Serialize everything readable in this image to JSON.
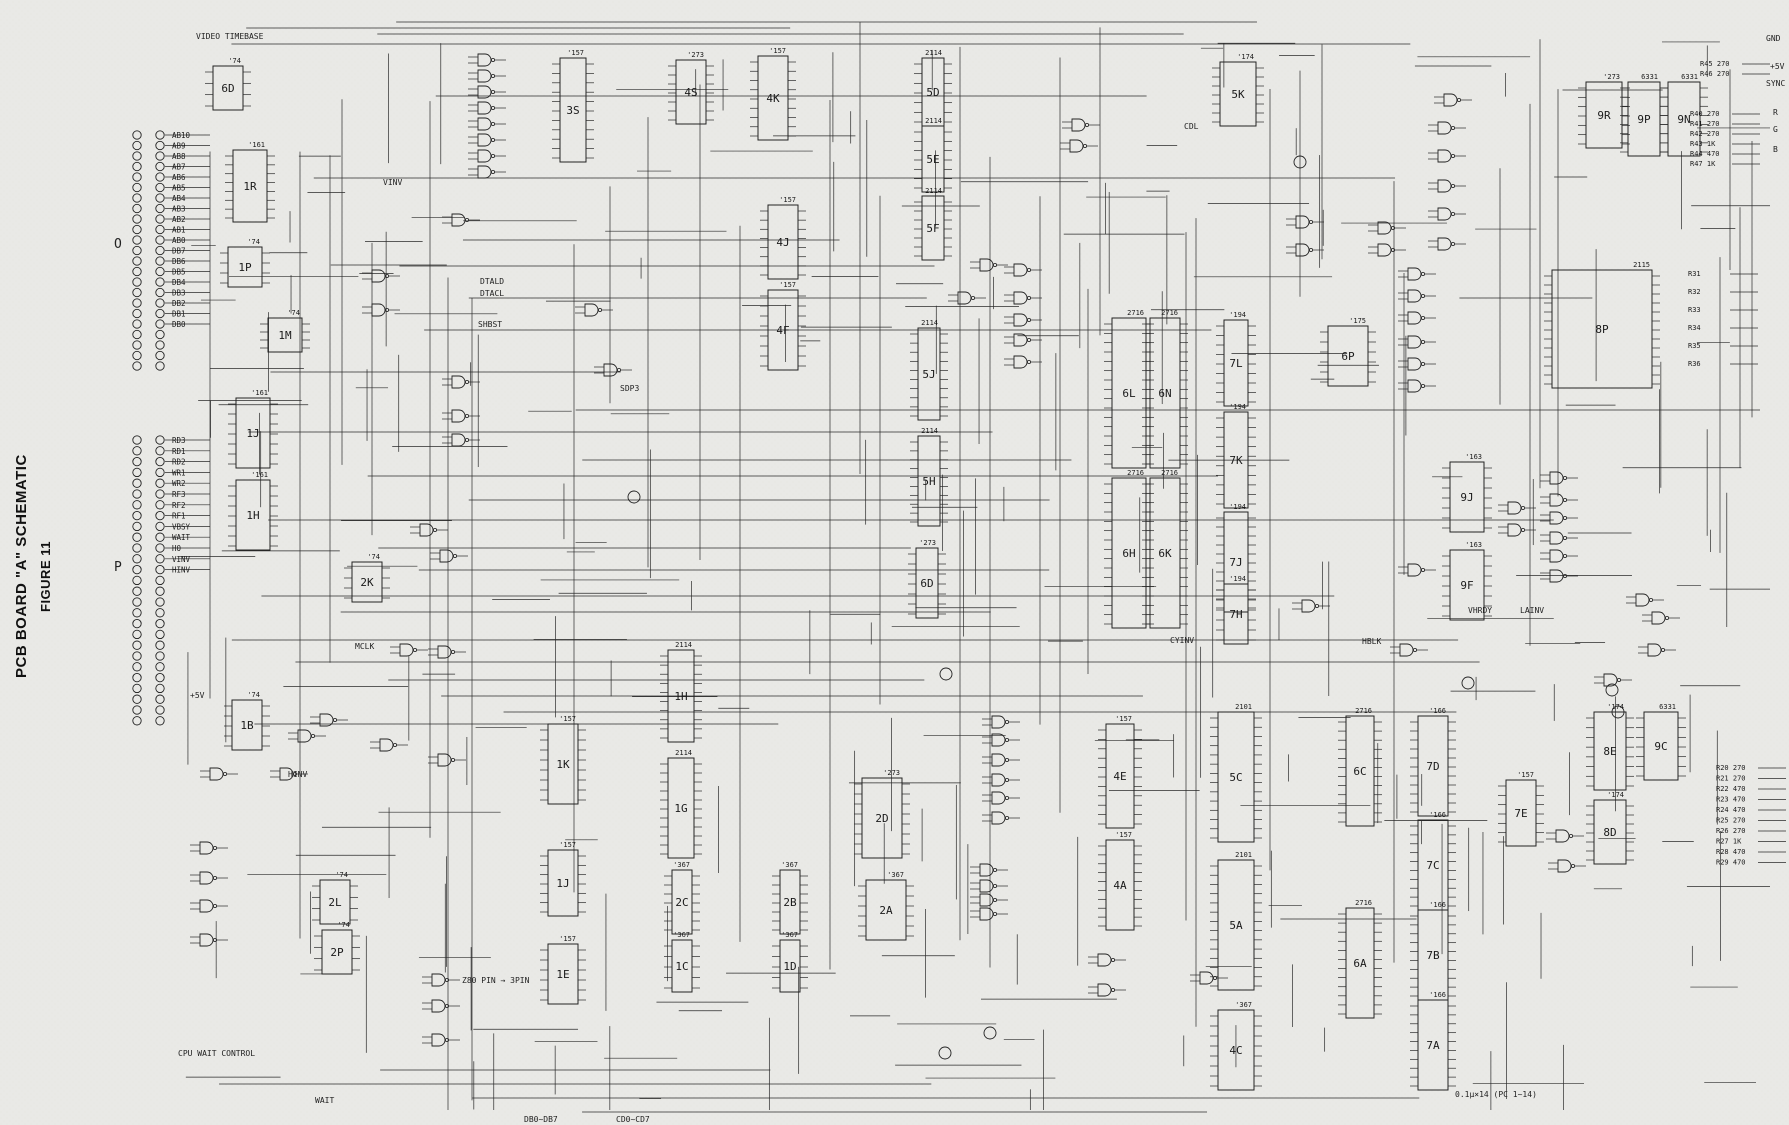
{
  "title": {
    "line1": "PCB BOARD \"A\" SCHEMATIC",
    "line2": "FIGURE 11"
  },
  "notes": {
    "video_timebase": "VIDEO TIMEBASE",
    "cpu_wait_control": "CPU WAIT CONTROL",
    "wait": "WAIT",
    "plus5v": "+5V",
    "cap_note": "0.1μ×14 (PC 1~14)",
    "z80_note": "Z80 PIN → 3PIN",
    "bus_db": "DB0~DB7",
    "bus_cd": "CD0~CD7"
  },
  "connectors": {
    "O": {
      "label": "O",
      "pins": [
        "AB10",
        "AB9",
        "AB8",
        "AB7",
        "AB6",
        "AB5",
        "AB4",
        "AB3",
        "AB2",
        "AB1",
        "AB0",
        "DB7",
        "DB6",
        "DB5",
        "DB4",
        "DB3",
        "DB2",
        "DB1",
        "DB0"
      ]
    },
    "P": {
      "label": "P",
      "pins": [
        "RD3",
        "RD1",
        "RD2",
        "WR1",
        "WR2",
        "RF3",
        "RF2",
        "RF1",
        "VBSY",
        "WAIT",
        "H0",
        "VINV",
        "HINV"
      ]
    },
    "out_top": [
      "GND",
      "+5V",
      "SYNC"
    ],
    "out_rgb": [
      "R",
      "G",
      "B"
    ]
  },
  "chips": [
    {
      "id": "u-6D",
      "label": "6D",
      "part": "'74"
    },
    {
      "id": "u-1R",
      "label": "1R",
      "part": "'161"
    },
    {
      "id": "u-1P",
      "label": "1P",
      "part": "'74"
    },
    {
      "id": "u-1M",
      "label": "1M",
      "part": "'74"
    },
    {
      "id": "u-1J",
      "label": "1J",
      "part": "'161"
    },
    {
      "id": "u-1H",
      "label": "1H",
      "part": "'161"
    },
    {
      "id": "u-3S",
      "label": "3S",
      "part": "'157"
    },
    {
      "id": "u-4S",
      "label": "4S",
      "part": "'273"
    },
    {
      "id": "u-4K",
      "label": "4K",
      "part": "'157"
    },
    {
      "id": "u-4J",
      "label": "4J",
      "part": "'157"
    },
    {
      "id": "u-4F",
      "label": "4F",
      "part": "'157"
    },
    {
      "id": "u-5D",
      "label": "5D",
      "part": "2114"
    },
    {
      "id": "u-5E",
      "label": "5E",
      "part": "2114"
    },
    {
      "id": "u-5F",
      "label": "5F",
      "part": "2114"
    },
    {
      "id": "u-5J",
      "label": "5J",
      "part": "2114"
    },
    {
      "id": "u-5H",
      "label": "5H",
      "part": "2114"
    },
    {
      "id": "u-6D2",
      "label": "6D",
      "part": "'273"
    },
    {
      "id": "u-5K",
      "label": "5K",
      "part": "'174"
    },
    {
      "id": "u-6L",
      "label": "6L",
      "part": "2716"
    },
    {
      "id": "u-6N",
      "label": "6N",
      "part": "2716"
    },
    {
      "id": "u-6H",
      "label": "6H",
      "part": "2716"
    },
    {
      "id": "u-6K",
      "label": "6K",
      "part": "2716"
    },
    {
      "id": "u-7L",
      "label": "7L",
      "part": "'194"
    },
    {
      "id": "u-7K",
      "label": "7K",
      "part": "'194"
    },
    {
      "id": "u-7J",
      "label": "7J",
      "part": "'194"
    },
    {
      "id": "u-7H",
      "label": "7H",
      "part": "'194"
    },
    {
      "id": "u-9R",
      "label": "9R",
      "part": "'273"
    },
    {
      "id": "u-9P",
      "label": "9P",
      "part": "6331"
    },
    {
      "id": "u-9N",
      "label": "9N",
      "part": "6331"
    },
    {
      "id": "u-8P",
      "label": "8P",
      "part": "2115"
    },
    {
      "id": "u-9J",
      "label": "9J",
      "part": "'163"
    },
    {
      "id": "u-9F",
      "label": "9F",
      "part": "'163"
    },
    {
      "id": "u-6P",
      "label": "6P",
      "part": "'175"
    },
    {
      "id": "u-1K",
      "label": "1K",
      "part": "'157"
    },
    {
      "id": "u-1J2",
      "label": "1J",
      "part": "'157"
    },
    {
      "id": "u-1E",
      "label": "1E",
      "part": "'157"
    },
    {
      "id": "u-1H2",
      "label": "1H",
      "part": "2114"
    },
    {
      "id": "u-1G",
      "label": "1G",
      "part": "2114"
    },
    {
      "id": "u-2C",
      "label": "2C",
      "part": "'367"
    },
    {
      "id": "u-1C",
      "label": "1C",
      "part": "'367"
    },
    {
      "id": "u-2B",
      "label": "2B",
      "part": "'367"
    },
    {
      "id": "u-1D",
      "label": "1D",
      "part": "'367"
    },
    {
      "id": "u-2D",
      "label": "2D",
      "part": "'273"
    },
    {
      "id": "u-2A",
      "label": "2A",
      "part": "'367"
    },
    {
      "id": "u-4E",
      "label": "4E",
      "part": "'157"
    },
    {
      "id": "u-4A",
      "label": "4A",
      "part": "'157"
    },
    {
      "id": "u-5C",
      "label": "5C",
      "part": "2101"
    },
    {
      "id": "u-5A",
      "label": "5A",
      "part": "2101"
    },
    {
      "id": "u-6C",
      "label": "6C",
      "part": "2716"
    },
    {
      "id": "u-6A",
      "label": "6A",
      "part": "2716"
    },
    {
      "id": "u-7D",
      "label": "7D",
      "part": "'166"
    },
    {
      "id": "u-7C",
      "label": "7C",
      "part": "'166"
    },
    {
      "id": "u-7B",
      "label": "7B",
      "part": "'166"
    },
    {
      "id": "u-7A",
      "label": "7A",
      "part": "'166"
    },
    {
      "id": "u-7E",
      "label": "7E",
      "part": "'157"
    },
    {
      "id": "u-8E",
      "label": "8E",
      "part": "'174"
    },
    {
      "id": "u-9C",
      "label": "9C",
      "part": "6331"
    },
    {
      "id": "u-8D",
      "label": "8D",
      "part": "'174"
    },
    {
      "id": "u-4C",
      "label": "4C",
      "part": "'367"
    },
    {
      "id": "u-2L",
      "label": "2L",
      "part": "'74"
    },
    {
      "id": "u-2P",
      "label": "2P",
      "part": "'74"
    },
    {
      "id": "u-1B",
      "label": "1B",
      "part": "'74"
    },
    {
      "id": "u-2K",
      "label": "2K",
      "part": "'74"
    }
  ],
  "resistors_top": [
    "R45 270",
    "R46 270"
  ],
  "resistors_mid": [
    "R40 270",
    "R41 270",
    "R42 270",
    "R43 1K",
    "R44 470",
    "R47 1K"
  ],
  "resistors_2115": [
    "R31",
    "R32",
    "R33",
    "R34",
    "R35",
    "R36"
  ],
  "resistors_bottom": [
    "R20 270",
    "R21 270",
    "R22 470",
    "R23 470",
    "R24 470",
    "R25 270",
    "R26 270",
    "R27 1K",
    "R28 470",
    "R29 470"
  ],
  "signals": [
    "VINV",
    "HINV",
    "DTALD",
    "DTACL",
    "SHBST",
    "MCLK",
    "CYINV",
    "VHRDY",
    "LAINV",
    "HBLK",
    "CDL",
    "SDP3"
  ]
}
